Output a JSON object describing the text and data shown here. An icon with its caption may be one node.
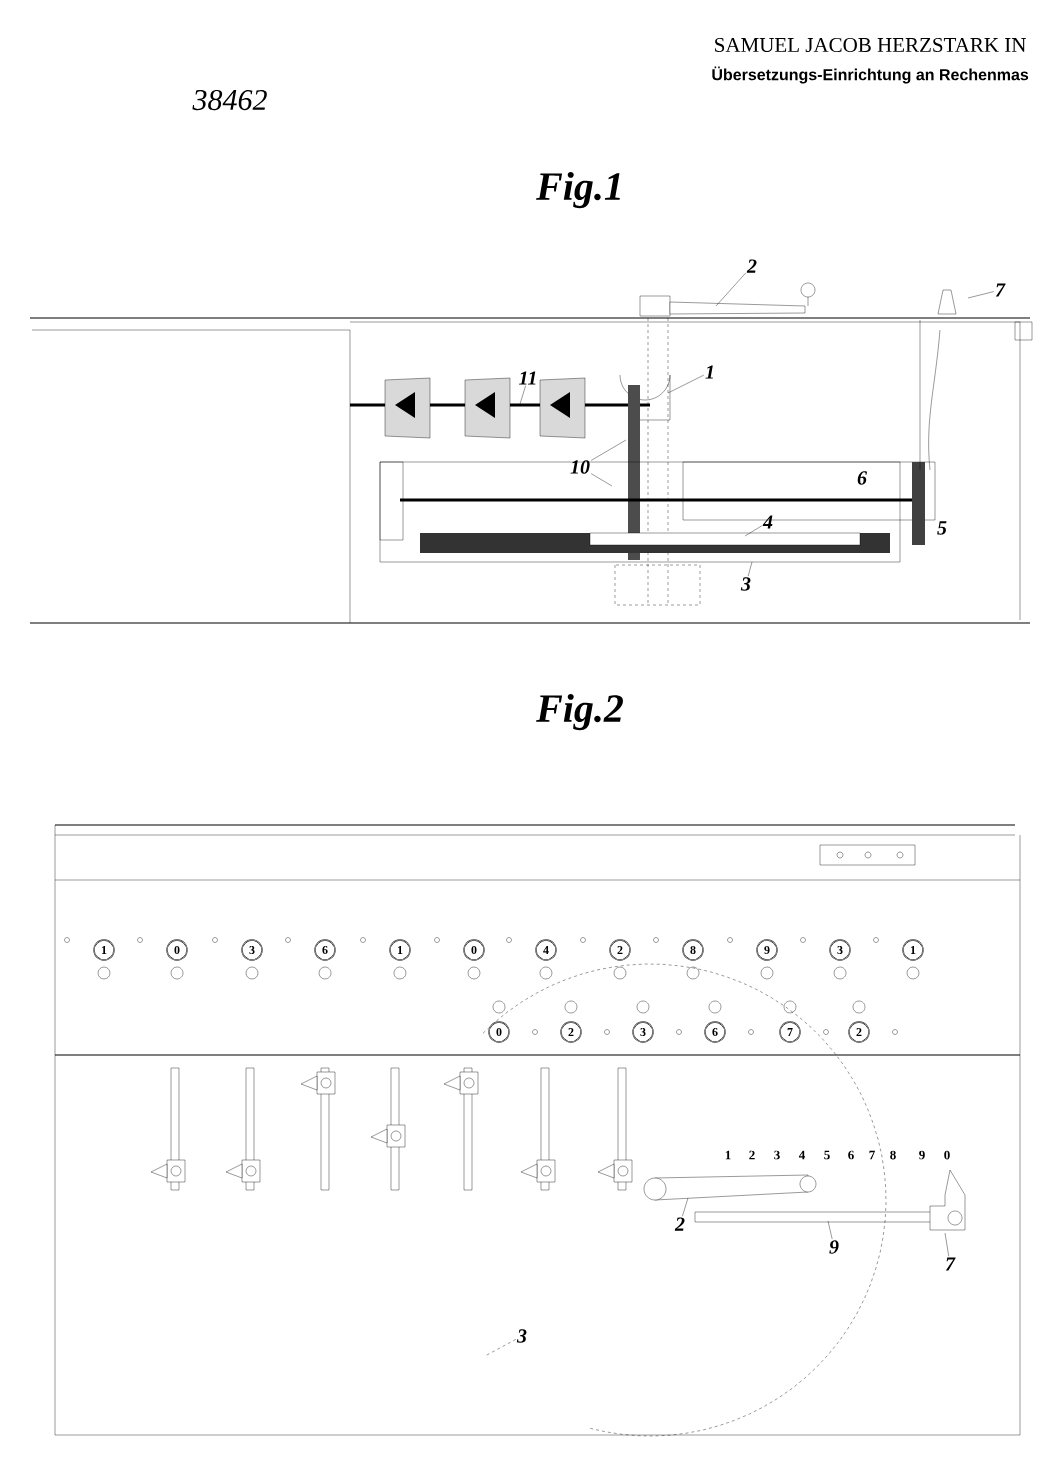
{
  "diagram": {
    "title": "SAMUEL JACOB HERZSTARK IN",
    "nodes": [
      {
        "text": [
          "2"
        ]
      },
      {
        "text": [
          "7"
        ]
      },
      {
        "text": [
          "11"
        ]
      },
      {
        "text": [
          "1"
        ]
      },
      {
        "text": [
          "10"
        ]
      },
      {
        "text": [
          "4"
        ]
      },
      {
        "text": [
          "3"
        ]
      },
      {
        "text": [
          "2"
        ]
      },
      {
        "text": [
          "9"
        ]
      },
      {
        "text": [
          "7"
        ]
      },
      {
        "text": [
          "3"
        ]
      }
    ],
    "edges": [
      {
        "from": 0,
        "to": null,
        "arrow": "none"
      },
      {
        "from": 1,
        "to": null,
        "arrow": "none"
      },
      {
        "from": 2,
        "to": null,
        "arrow": "none"
      },
      {
        "from": 3,
        "to": null,
        "arrow": "none"
      },
      {
        "from": 4,
        "to": null,
        "arrow": "none"
      },
      {
        "from": 4,
        "to": null,
        "arrow": "none"
      },
      {
        "from": 5,
        "to": null,
        "arrow": "none"
      },
      {
        "from": 6,
        "to": null,
        "arrow": "none"
      },
      {
        "from": 7,
        "to": null,
        "arrow": "none"
      },
      {
        "from": 8,
        "to": null,
        "arrow": "none"
      },
      {
        "from": 9,
        "to": null,
        "arrow": "none"
      },
      {
        "from": 10,
        "to": null,
        "arrow": "none",
        "style": "dashed"
      }
    ],
    "labels": [
      "Übersetzungs-Einrichtung an Rechenmas",
      "38462",
      "Fig.1",
      "6",
      "5",
      "Fig.2",
      "1",
      "0",
      "3",
      "6",
      "1",
      "0",
      "4",
      "2",
      "8",
      "9",
      "3",
      "1",
      "0",
      "2",
      "3",
      "6",
      "7",
      "2",
      "1",
      "2",
      "3",
      "4",
      "5",
      "6",
      "7",
      "8",
      "9",
      "0"
    ]
  }
}
